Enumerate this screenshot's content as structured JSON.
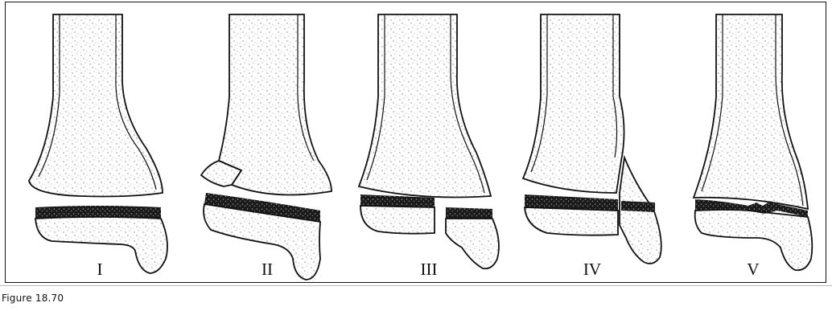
{
  "figure": {
    "caption": "Figure 18.70",
    "panels": [
      {
        "numeral": "I"
      },
      {
        "numeral": "II"
      },
      {
        "numeral": "III"
      },
      {
        "numeral": "IV"
      },
      {
        "numeral": "V"
      }
    ]
  },
  "colors": {
    "line": "#111111",
    "stipple": "#555555",
    "physis": "#1a1a1a",
    "background": "#ffffff"
  }
}
